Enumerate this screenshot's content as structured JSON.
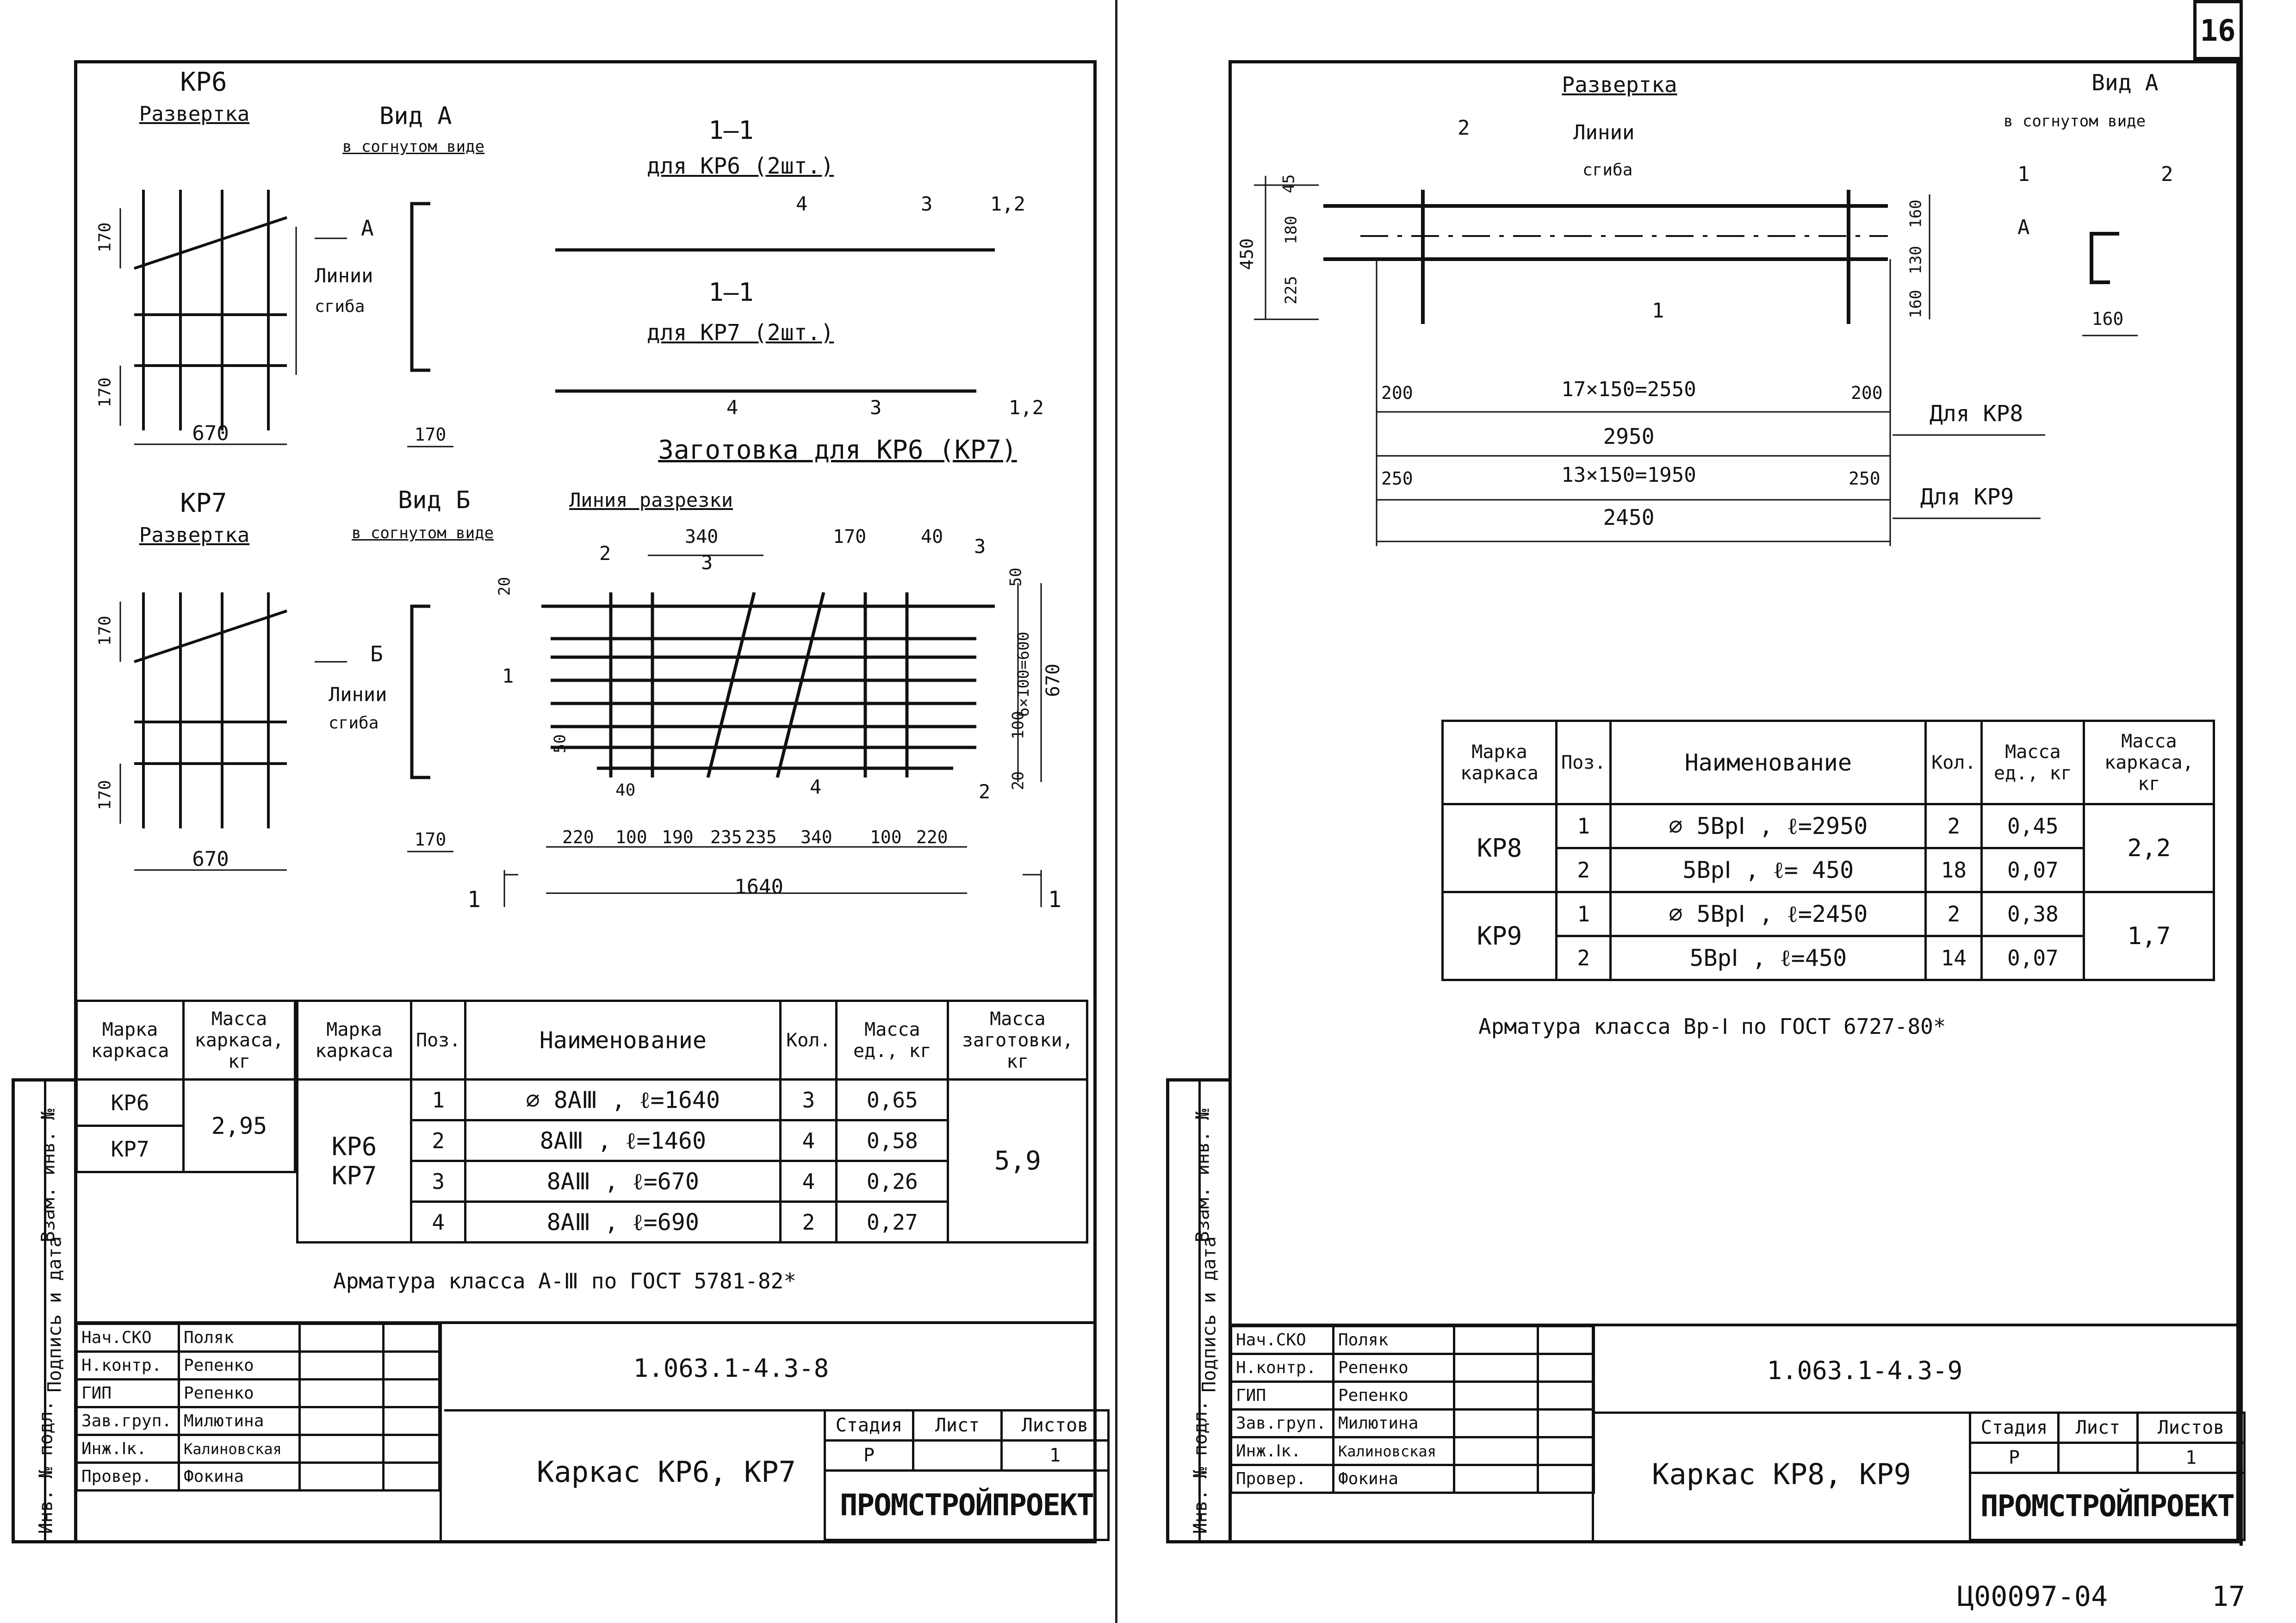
{
  "page_number_top": "16",
  "page_number_bottom": "17",
  "archive_code": "Ц00097-04",
  "left": {
    "kp6": {
      "title": "КР6",
      "subtitle": "Развертка",
      "view": "Вид А",
      "view_sub": "в согнутом виде",
      "arrow": "А",
      "bend_lines": [
        "Линии",
        "сгиба"
      ],
      "dims": {
        "d170a": "170",
        "d170b": "170",
        "d670": "670",
        "d170c": "170"
      }
    },
    "kp7": {
      "title": "КР7",
      "subtitle": "Развертка",
      "view": "Вид Б",
      "view_sub": "в согнутом виде",
      "arrow": "Б",
      "bend_lines": [
        "Линии",
        "сгиба"
      ],
      "dims": {
        "d170a": "170",
        "d170b": "170",
        "d670": "670",
        "d170c": "170"
      }
    },
    "section1": {
      "title": "1–1",
      "sub": "для КР6 (2шт.)",
      "labels": [
        "4",
        "3",
        "1,2"
      ]
    },
    "section2": {
      "title": "1–1",
      "sub": "для КР7 (2шт.)",
      "labels": [
        "4",
        "3",
        "1,2"
      ]
    },
    "blank": {
      "title": "Заготовка для КР6 (КР7)",
      "cut_line": "Линия разрезки",
      "top_dims": [
        "340",
        "170",
        "40"
      ],
      "bottom_dims": [
        "220",
        "100",
        "190",
        "235",
        "235",
        "340",
        "100",
        "220"
      ],
      "total": "1640",
      "right_dims": [
        "50",
        "6×100=600",
        "100",
        "20",
        "670"
      ],
      "left_dims": [
        "20",
        "50",
        "40"
      ],
      "pos_labels": [
        "2",
        "3",
        "3",
        "1",
        "4",
        "2"
      ],
      "section_mark": "1"
    },
    "mass_table": {
      "headers": [
        "Марка каркаса",
        "Масса каркаса, кг"
      ],
      "rows": [
        [
          "КР6"
        ],
        [
          "КР7"
        ]
      ],
      "mass": "2,95"
    },
    "spec_table": {
      "headers": [
        "Марка каркаса",
        "Поз.",
        "Наименование",
        "Кол.",
        "Масса ед., кг",
        "Масса заготовки, кг"
      ],
      "mark": "КР6 КР7",
      "rows": [
        {
          "pos": "1",
          "name": "⌀ 8АⅢ ,   ℓ=1640",
          "qty": "3",
          "mass": "0,65"
        },
        {
          "pos": "2",
          "name": "8АⅢ ,   ℓ=1460",
          "qty": "4",
          "mass": "0,58"
        },
        {
          "pos": "3",
          "name": "8АⅢ ,   ℓ=670",
          "qty": "4",
          "mass": "0,26"
        },
        {
          "pos": "4",
          "name": "8АⅢ ,  ℓ=690",
          "qty": "2",
          "mass": "0,27"
        }
      ],
      "total": "5,9"
    },
    "note": "Арматура класса А-Ⅲ по ГОСТ 5781-82*",
    "stamp": {
      "code": "1.063.1-4.3-8",
      "title": "Каркас КР6, КР7",
      "roles": [
        [
          "Нач.СКО",
          "Поляк"
        ],
        [
          "Н.контр.",
          "Репенко"
        ],
        [
          "ГИП",
          "Репенко"
        ],
        [
          "Зав.груп.",
          "Милютина"
        ],
        [
          "Инж.Ⅰк.",
          "Калиновская"
        ],
        [
          "Провер.",
          "Фокина"
        ]
      ],
      "stage_h": [
        "Стадия",
        "Лист",
        "Листов"
      ],
      "stage_v": [
        "Р",
        "",
        "1"
      ],
      "org": "ПРОМСТРОЙПРОЕКТ"
    }
  },
  "right": {
    "drawing": {
      "title": "Развертка",
      "bend_lines": [
        "Линии",
        "сгиба"
      ],
      "view": "Вид А",
      "view_sub": "в согнутом виде",
      "arrow": "А",
      "labels": [
        "2",
        "1",
        "1",
        "2"
      ],
      "left_dims": [
        "45",
        "180",
        "225",
        "450"
      ],
      "right_dims": [
        "160",
        "130",
        "160"
      ],
      "detail_dim": "160",
      "kp8": {
        "spacing": "17×150=2550",
        "end": "200",
        "end2": "200",
        "total": "2950",
        "label": "Для КР8"
      },
      "kp9": {
        "spacing": "13×150=1950",
        "end": "250",
        "end2": "250",
        "total": "2450",
        "label": "Для КР9"
      }
    },
    "spec_table": {
      "headers": [
        "Марка каркаса",
        "Поз.",
        "Наименование",
        "Кол.",
        "Масса ед., кг",
        "Масса каркаса, кг"
      ],
      "groups": [
        {
          "mark": "КР8",
          "total": "2,2",
          "rows": [
            {
              "pos": "1",
              "name": "⌀ 5ВрⅠ ,  ℓ=2950",
              "qty": "2",
              "mass": "0,45"
            },
            {
              "pos": "2",
              "name": "5ВрⅠ ,  ℓ= 450",
              "qty": "18",
              "mass": "0,07"
            }
          ]
        },
        {
          "mark": "КР9",
          "total": "1,7",
          "rows": [
            {
              "pos": "1",
              "name": "⌀ 5ВрⅠ ,  ℓ=2450",
              "qty": "2",
              "mass": "0,38"
            },
            {
              "pos": "2",
              "name": "5ВрⅠ ,  ℓ=450",
              "qty": "14",
              "mass": "0,07"
            }
          ]
        }
      ]
    },
    "note": "Арматура класса Вр-Ⅰ по ГОСТ 6727-80*",
    "stamp": {
      "code": "1.063.1-4.3-9",
      "title": "Каркас КР8, КР9",
      "roles": [
        [
          "Нач.СКО",
          "Поляк"
        ],
        [
          "Н.контр.",
          "Репенко"
        ],
        [
          "ГИП",
          "Репенко"
        ],
        [
          "Зав.груп.",
          "Милютина"
        ],
        [
          "Инж.Ⅰк.",
          "Калиновская"
        ],
        [
          "Провер.",
          "Фокина"
        ]
      ],
      "stage_h": [
        "Стадия",
        "Лист",
        "Листов"
      ],
      "stage_v": [
        "Р",
        "",
        "1"
      ],
      "org": "ПРОМСТРОЙПРОЕКТ"
    }
  },
  "side_labels": [
    "Взам. инв. №",
    "Подпись и дата",
    "Инв. № подл."
  ]
}
